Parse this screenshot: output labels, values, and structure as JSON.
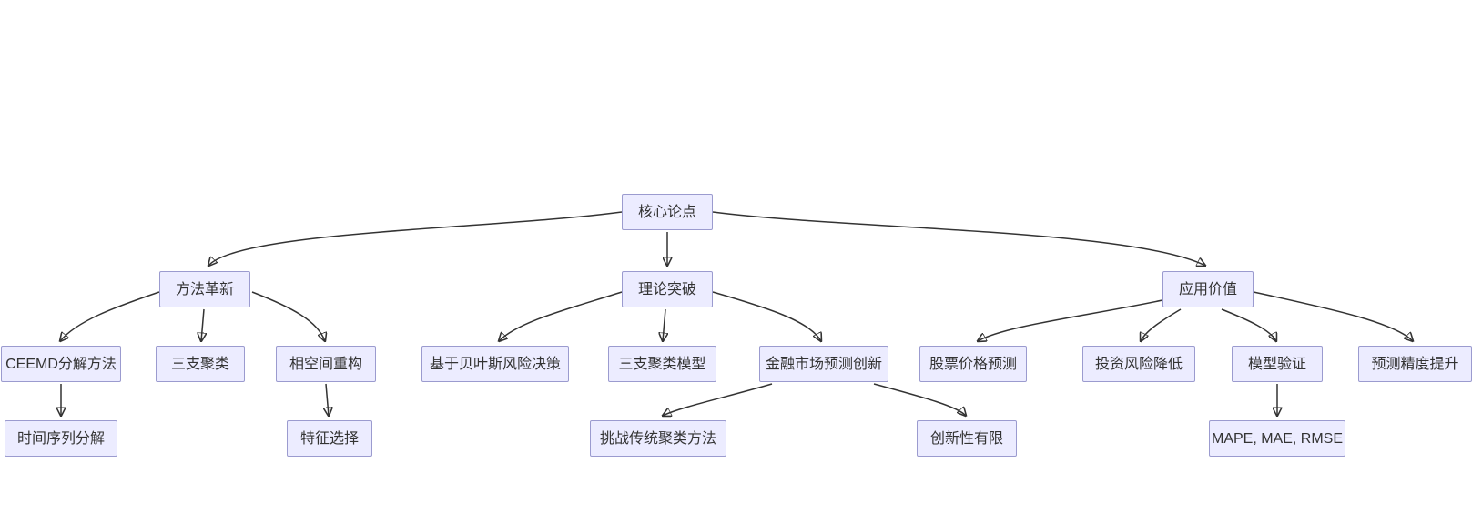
{
  "diagram": {
    "type": "flowchart-top-down",
    "colors": {
      "background": "#ffffff",
      "node_fill": "#ECECFF",
      "node_border": "#9b9bcf",
      "edge": "#333333",
      "text": "#333333"
    },
    "nodes": {
      "root": {
        "label": "核心论点"
      },
      "method_innovation": {
        "label": "方法革新"
      },
      "theoretical_breakthrough": {
        "label": "理论突破"
      },
      "application_value": {
        "label": "应用价值"
      },
      "ceemd_decomposition": {
        "label": "CEEMD分解方法"
      },
      "three_way_clustering": {
        "label": "三支聚类"
      },
      "phase_space_reconstruction": {
        "label": "相空间重构"
      },
      "bayesian_risk_decision": {
        "label": "基于贝叶斯风险决策"
      },
      "three_way_clustering_model": {
        "label": "三支聚类模型"
      },
      "financial_market_forecast_innovation": {
        "label": "金融市场预测创新"
      },
      "stock_price_prediction": {
        "label": "股票价格预测"
      },
      "investment_risk_reduction": {
        "label": "投资风险降低"
      },
      "model_validation": {
        "label": "模型验证"
      },
      "forecast_accuracy_improvement": {
        "label": "预测精度提升"
      },
      "time_series_decomposition": {
        "label": "时间序列分解"
      },
      "feature_selection": {
        "label": "特征选择"
      },
      "challenge_traditional_clustering": {
        "label": "挑战传统聚类方法"
      },
      "limited_novelty": {
        "label": "创新性有限"
      },
      "evaluation_metrics": {
        "label": "MAPE, MAE, RMSE"
      }
    },
    "edges": [
      {
        "from": "root",
        "to": "method_innovation"
      },
      {
        "from": "root",
        "to": "theoretical_breakthrough"
      },
      {
        "from": "root",
        "to": "application_value"
      },
      {
        "from": "method_innovation",
        "to": "ceemd_decomposition"
      },
      {
        "from": "method_innovation",
        "to": "three_way_clustering"
      },
      {
        "from": "method_innovation",
        "to": "phase_space_reconstruction"
      },
      {
        "from": "theoretical_breakthrough",
        "to": "bayesian_risk_decision"
      },
      {
        "from": "theoretical_breakthrough",
        "to": "three_way_clustering_model"
      },
      {
        "from": "theoretical_breakthrough",
        "to": "financial_market_forecast_innovation"
      },
      {
        "from": "application_value",
        "to": "stock_price_prediction"
      },
      {
        "from": "application_value",
        "to": "investment_risk_reduction"
      },
      {
        "from": "application_value",
        "to": "model_validation"
      },
      {
        "from": "application_value",
        "to": "forecast_accuracy_improvement"
      },
      {
        "from": "ceemd_decomposition",
        "to": "time_series_decomposition"
      },
      {
        "from": "phase_space_reconstruction",
        "to": "feature_selection"
      },
      {
        "from": "financial_market_forecast_innovation",
        "to": "challenge_traditional_clustering"
      },
      {
        "from": "financial_market_forecast_innovation",
        "to": "limited_novelty"
      },
      {
        "from": "model_validation",
        "to": "evaluation_metrics"
      }
    ]
  }
}
